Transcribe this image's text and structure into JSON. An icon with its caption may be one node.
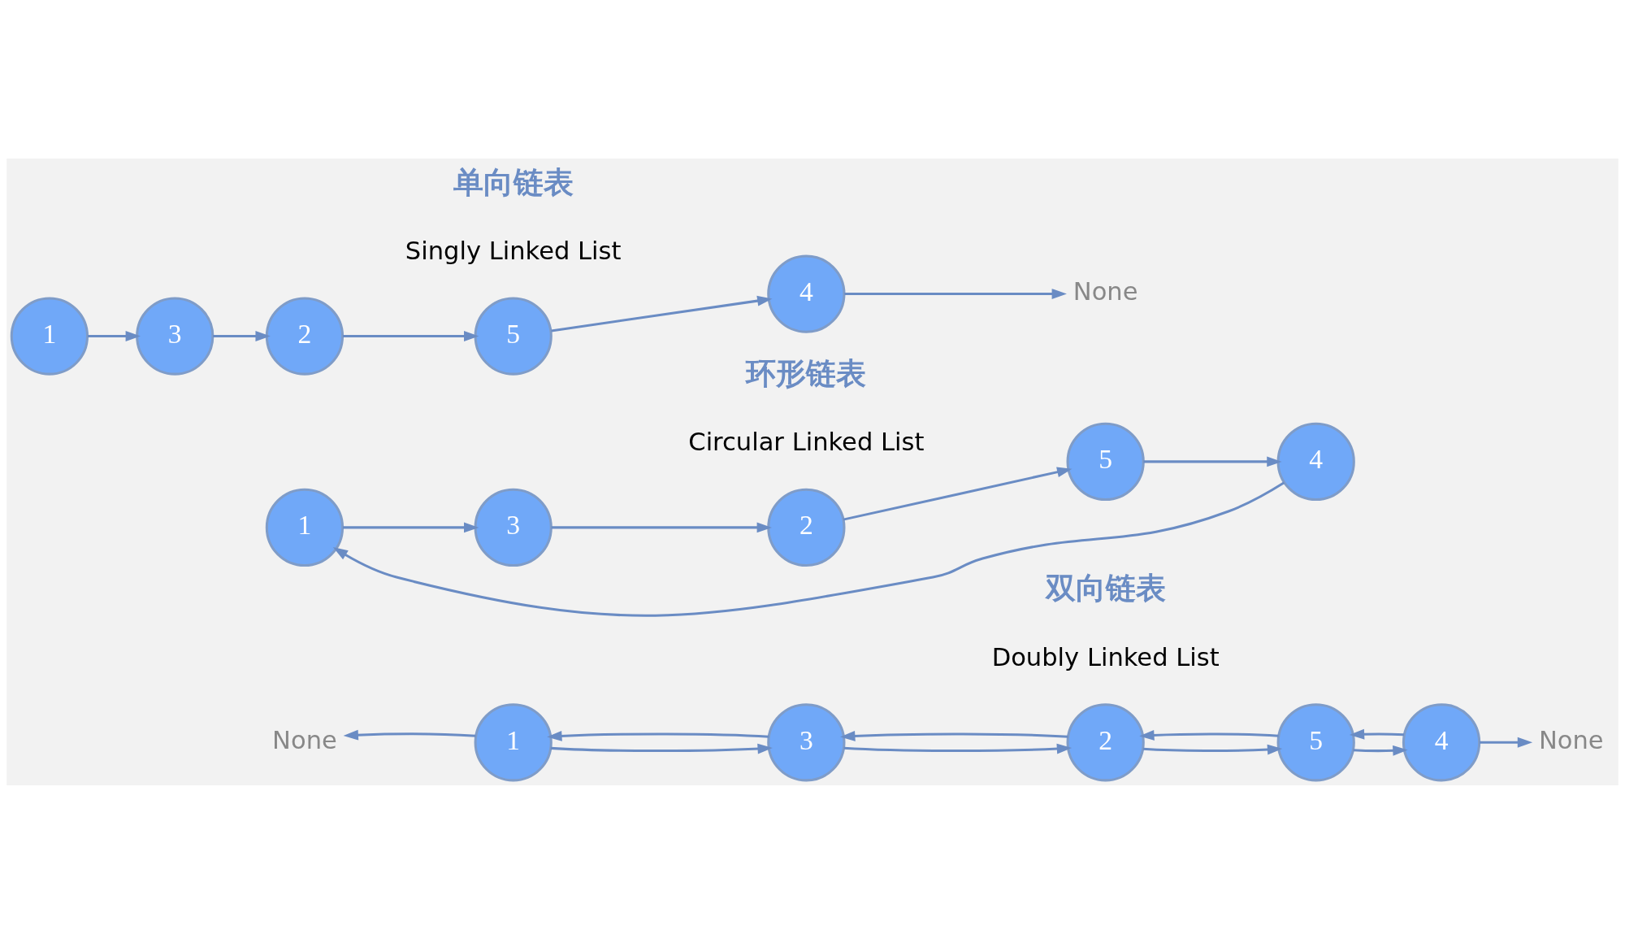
{
  "diagram": {
    "nodes": [
      {
        "text": [
          "1"
        ]
      },
      {
        "text": [
          "3"
        ]
      },
      {
        "text": [
          "2"
        ]
      },
      {
        "text": [
          "5"
        ]
      },
      {
        "text": [
          "4"
        ]
      },
      {
        "text": [
          "None"
        ]
      },
      {
        "text": [
          "1"
        ]
      },
      {
        "text": [
          "3"
        ]
      },
      {
        "text": [
          "2"
        ]
      },
      {
        "text": [
          "5"
        ]
      },
      {
        "text": [
          "4"
        ]
      },
      {
        "text": [
          "1"
        ]
      },
      {
        "text": [
          "3"
        ]
      },
      {
        "text": [
          "2"
        ]
      },
      {
        "text": [
          "5"
        ]
      },
      {
        "text": [
          "4"
        ]
      },
      {
        "text": [
          "None"
        ]
      },
      {
        "text": [
          "None"
        ]
      }
    ],
    "edges": [
      {
        "from": 0,
        "to": 1,
        "arrow": "to"
      },
      {
        "from": 1,
        "to": 2,
        "arrow": "to"
      },
      {
        "from": 2,
        "to": 3,
        "arrow": "to"
      },
      {
        "from": 3,
        "to": 4,
        "arrow": "to"
      },
      {
        "from": 4,
        "to": 5,
        "arrow": "to"
      },
      {
        "from": 6,
        "to": 7,
        "arrow": "to"
      },
      {
        "from": 7,
        "to": 8,
        "arrow": "to"
      },
      {
        "from": 8,
        "to": 9,
        "arrow": "to"
      },
      {
        "from": 9,
        "to": 10,
        "arrow": "to"
      },
      {
        "from": 10,
        "to": 6,
        "arrow": "to"
      },
      {
        "from": 11,
        "to": 12,
        "arrow": "to"
      },
      {
        "from": 12,
        "to": 13,
        "arrow": "to"
      },
      {
        "from": 13,
        "to": 14,
        "arrow": "to"
      },
      {
        "from": 14,
        "to": 15,
        "arrow": "to"
      },
      {
        "from": 15,
        "to": 16,
        "arrow": "to"
      },
      {
        "from": 15,
        "to": 14,
        "arrow": "to"
      },
      {
        "from": 14,
        "to": 13,
        "arrow": "to"
      },
      {
        "from": 13,
        "to": 12,
        "arrow": "to"
      },
      {
        "from": 12,
        "to": 11,
        "arrow": "to"
      },
      {
        "from": 11,
        "to": 17,
        "arrow": "to"
      }
    ],
    "labels": [
      "单向链表",
      "Singly Linked List",
      "环形链表",
      "Circular Linked List",
      "双向链表",
      "Doubly Linked List"
    ]
  }
}
